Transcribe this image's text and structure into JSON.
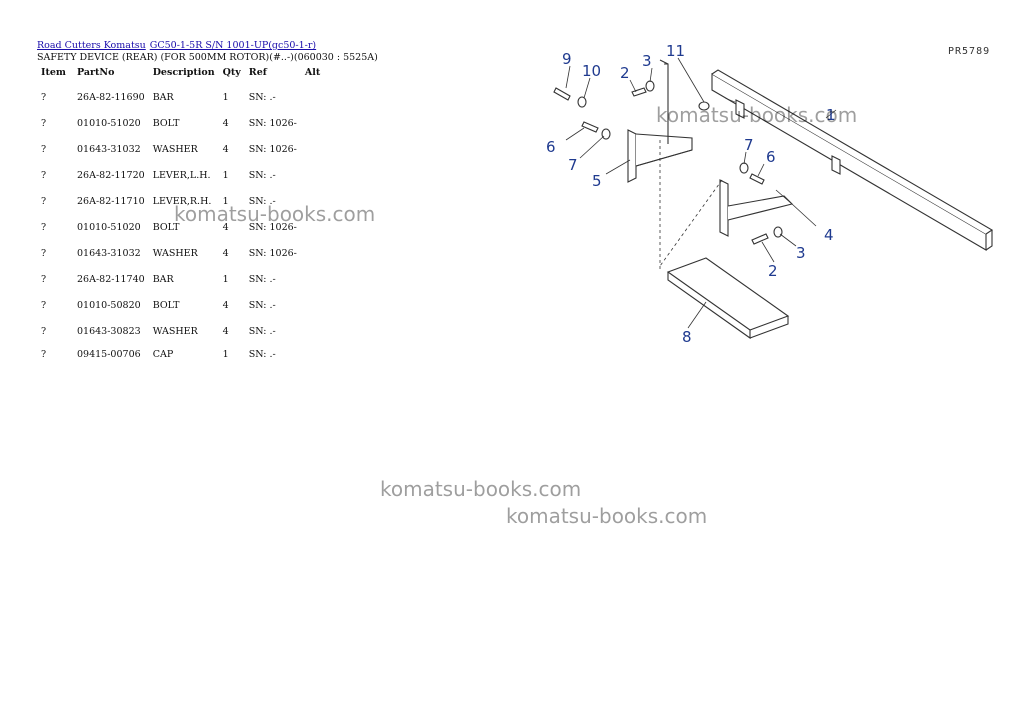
{
  "breadcrumb": {
    "link1": "Road Cutters Komatsu",
    "link2": "GC50-1-5R S/N 1001-UP(gc50-1-r)"
  },
  "title": "SAFETY DEVICE (REAR) (FOR 500MM ROTOR)(#..-)(060030 : 5525A)",
  "table": {
    "headers": [
      "Item",
      "PartNo",
      "Description",
      "Qty",
      "Ref",
      "Alt"
    ],
    "rows": [
      {
        "item": "?",
        "part": "26A-82-11690",
        "desc": "BAR",
        "qty": "1",
        "sn": "SN: .-"
      },
      {
        "item": "?",
        "part": "01010-51020",
        "desc": "BOLT",
        "qty": "4",
        "sn": "SN: 1026-"
      },
      {
        "item": "?",
        "part": "01643-31032",
        "desc": "WASHER",
        "qty": "4",
        "sn": "SN: 1026-"
      },
      {
        "item": "?",
        "part": "26A-82-11720",
        "desc": "LEVER,L.H.",
        "qty": "1",
        "sn": "SN: .-"
      },
      {
        "item": "?",
        "part": "26A-82-11710",
        "desc": "LEVER,R.H.",
        "qty": "1",
        "sn": "SN: .-"
      },
      {
        "item": "?",
        "part": "01010-51020",
        "desc": "BOLT",
        "qty": "4",
        "sn": "SN: 1026-"
      },
      {
        "item": "?",
        "part": "01643-31032",
        "desc": "WASHER",
        "qty": "4",
        "sn": "SN: 1026-"
      },
      {
        "item": "?",
        "part": "26A-82-11740",
        "desc": "BAR",
        "qty": "1",
        "sn": "SN: .-"
      },
      {
        "item": "?",
        "part": "01010-50820",
        "desc": "BOLT",
        "qty": "4",
        "sn": "SN: .-"
      },
      {
        "item": "?",
        "part": "01643-30823",
        "desc": "WASHER",
        "qty": "4",
        "sn": "SN: .-"
      },
      {
        "item": "?",
        "part": "09415-00706",
        "desc": "CAP",
        "qty": "1",
        "sn": "SN: .-"
      }
    ]
  },
  "watermark": "komatsu-books.com",
  "diagram": {
    "code": "PR5789",
    "callouts": {
      "c1": "1",
      "c2a": "2",
      "c2b": "2",
      "c3a": "3",
      "c3b": "3",
      "c4": "4",
      "c5": "5",
      "c6a": "6",
      "c6b": "6",
      "c7a": "7",
      "c7b": "7",
      "c8": "8",
      "c9": "9",
      "c10": "10",
      "c11": "11"
    },
    "callout_color": "#1f3a8f"
  }
}
